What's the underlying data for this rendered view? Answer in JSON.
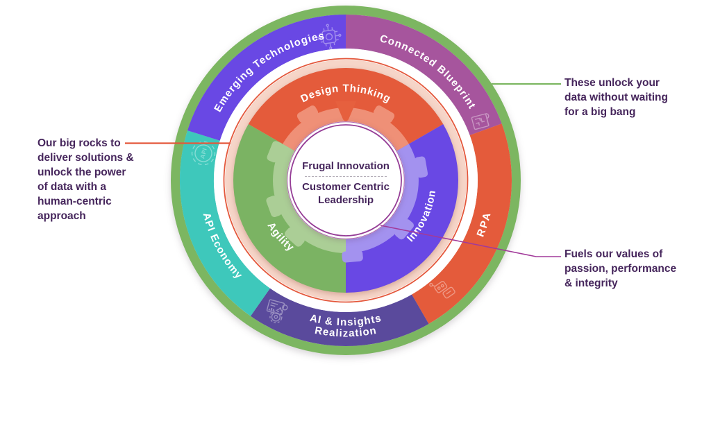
{
  "wheel": {
    "ring_border_color": "#7CB661",
    "gap_ring_color": "#FFFFFF",
    "accent_ring_color": "#E4573B",
    "peach_ring_color": "#F6D5C8",
    "label_color": "#FFFFFF",
    "notch_color": "#E6603E",
    "outer_segments": [
      {
        "label": "Connected Blueprint",
        "color": "#A6559D",
        "icon": "blueprint-icon"
      },
      {
        "label": "RPA",
        "color": "#E45B3B",
        "icon": "robot-icon"
      },
      {
        "label": "AI & Insights Realization",
        "lines": [
          "AI & Insights",
          "Realization"
        ],
        "color": "#5A4A9C",
        "icon": "analytics-icon"
      },
      {
        "label": "API Economy",
        "color": "#3EC8BB",
        "icon": "api-gear-icon",
        "icon_text": "API"
      },
      {
        "label": "Emerging Technologies",
        "color": "#6948E4",
        "icon": "chip-brain-icon"
      }
    ],
    "inner_segments": [
      {
        "label": "Design Thinking",
        "color": "#E45B3B",
        "tint": "#EF9077"
      },
      {
        "label": "Innovation",
        "color": "#6948E4",
        "tint": "#A392EF"
      },
      {
        "label": "Agility",
        "color": "#7BB363",
        "tint": "#ABCE96"
      }
    ],
    "center": {
      "title": "Frugal Innovation",
      "subtitle": "Customer Centric\nLeadership",
      "fill_color": "#FFFFFF",
      "border_color": "#953D96",
      "text_color": "#46265C"
    }
  },
  "annotations": {
    "text_color": "#46265C",
    "left": {
      "text": "Our big rocks to\ndeliver solutions &\nunlock the power\nof data with a\nhuman-centric\napproach",
      "line_color": "#E4573B"
    },
    "top_right": {
      "text": "These unlock your\ndata without waiting\nfor a big bang",
      "line_color": "#7CB661"
    },
    "bottom_right": {
      "text": "Fuels our values of\npassion, performance\n& integrity",
      "line_color": "#A23A9A"
    }
  }
}
